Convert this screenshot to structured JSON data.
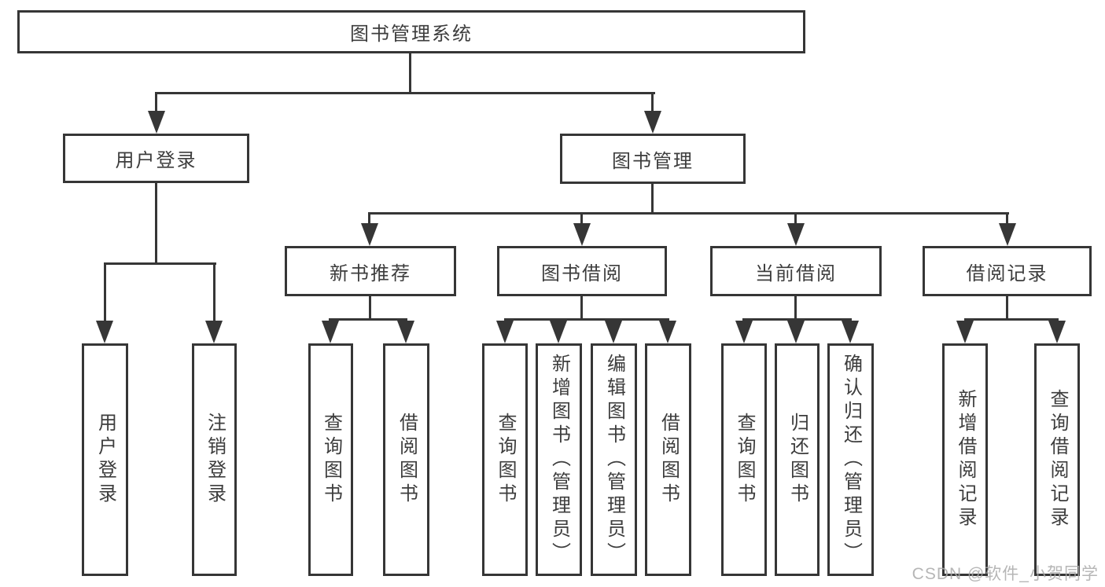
{
  "diagram_title": "图书管理系统",
  "tree": {
    "label": "图书管理系统",
    "children": [
      {
        "label": "用户登录",
        "children": [
          {
            "label": "用户登录"
          },
          {
            "label": "注销登录"
          }
        ]
      },
      {
        "label": "图书管理",
        "children": [
          {
            "label": "新书推荐",
            "children": [
              {
                "label": "查询图书"
              },
              {
                "label": "借阅图书"
              }
            ]
          },
          {
            "label": "图书借阅",
            "children": [
              {
                "label": "查询图书"
              },
              {
                "label": "新增图书（管理员）"
              },
              {
                "label": "编辑图书（管理员）"
              },
              {
                "label": "借阅图书"
              }
            ]
          },
          {
            "label": "当前借阅",
            "children": [
              {
                "label": "查询图书"
              },
              {
                "label": "归还图书"
              },
              {
                "label": "确认归还（管理员）"
              }
            ]
          },
          {
            "label": "借阅记录",
            "children": [
              {
                "label": "新增借阅记录"
              },
              {
                "label": "查询借阅记录"
              }
            ]
          }
        ]
      }
    ]
  },
  "watermark": "CSDN @软件_小贺同学",
  "colors": {
    "line": "#363636",
    "text": "#3d3d3d",
    "watermark": "#aaaaaa",
    "background": "#ffffff"
  }
}
